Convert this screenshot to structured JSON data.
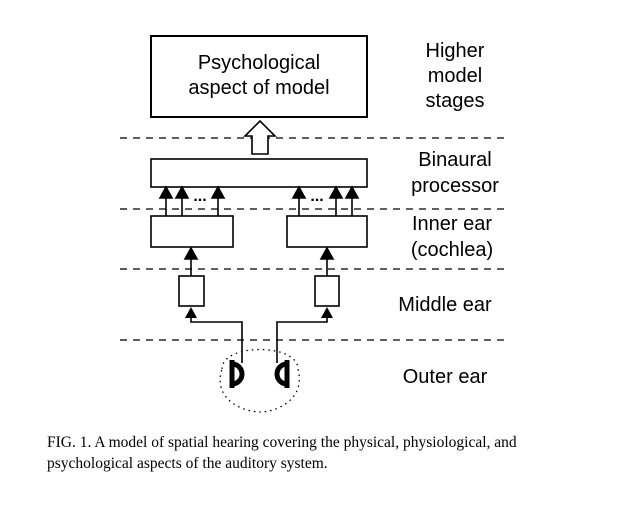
{
  "diagram": {
    "psych_box": {
      "line1": "Psychological",
      "line2": "aspect of model"
    },
    "binaural_dots": "...",
    "stage_labels": {
      "higher": [
        "Higher",
        "model",
        "stages"
      ],
      "binaural": [
        "Binaural",
        "processor"
      ],
      "inner": [
        "Inner ear",
        "(cochlea)"
      ],
      "middle": "Middle ear",
      "outer": "Outer ear"
    }
  },
  "caption": {
    "line1": "FIG. 1. A model of spatial hearing covering the physical, physiological, and",
    "line2": "psychological aspects of the auditory system."
  }
}
